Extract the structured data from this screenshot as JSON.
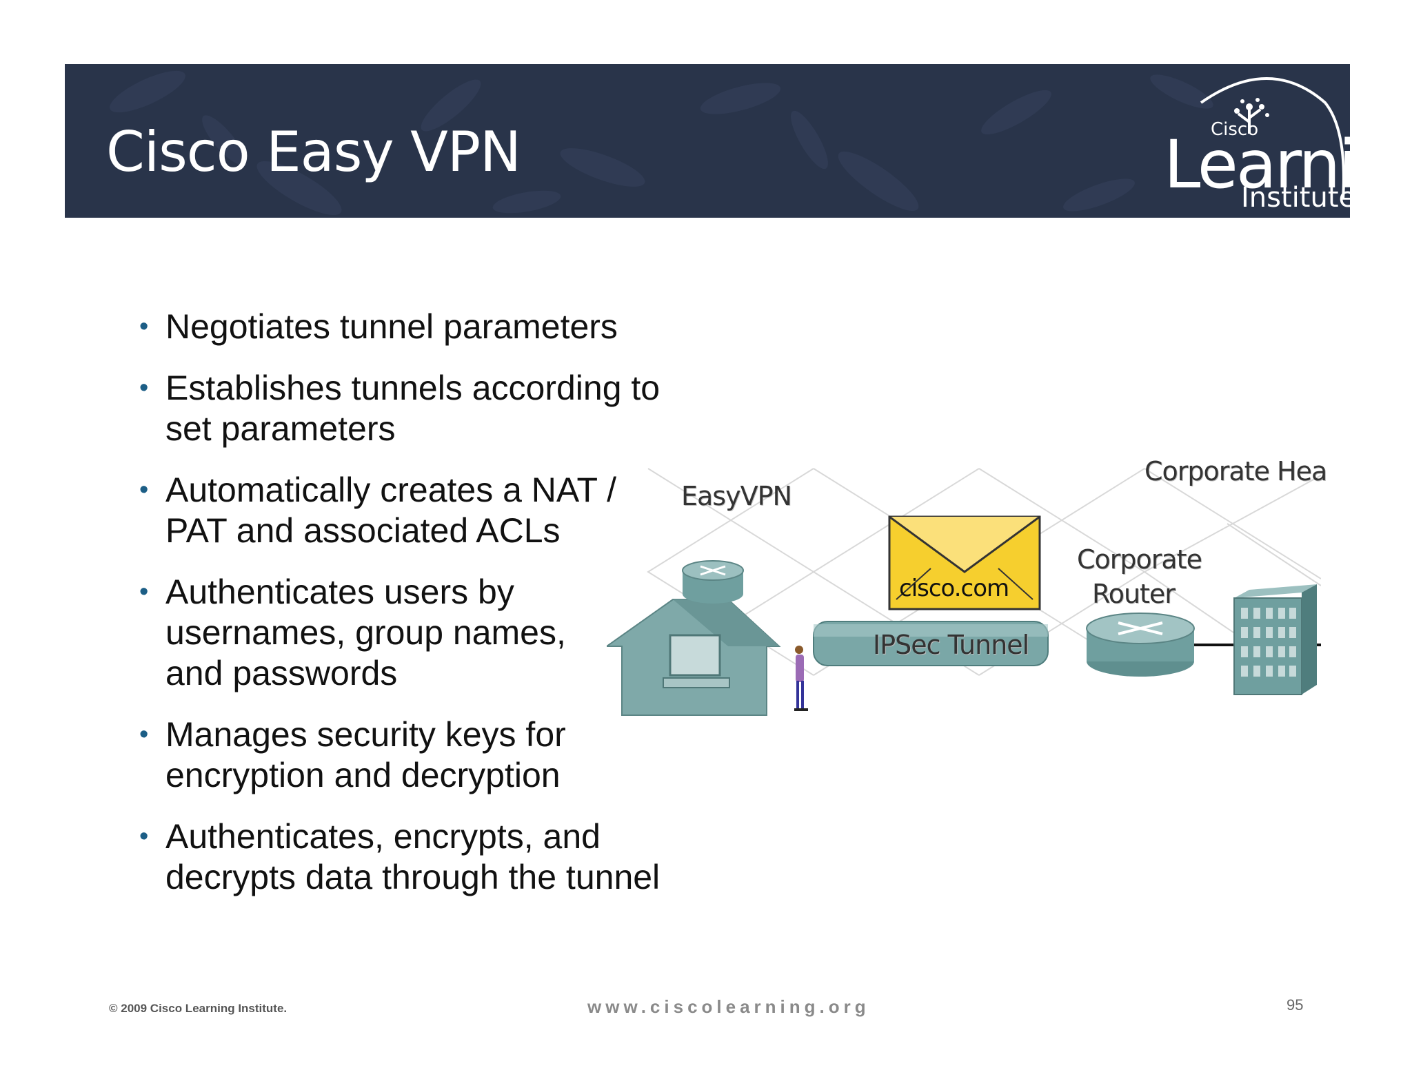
{
  "slide": {
    "title": "Cisco Easy VPN",
    "bullets": [
      "Negotiates tunnel parameters",
      "Establishes tunnels according to set parameters",
      "Automatically creates a NAT / PAT and associated ACLs",
      "Authenticates users by usernames, group names, and passwords",
      "Manages security keys for encryption and decryption",
      "Authenticates, encrypts, and decrypts data through the tunnel"
    ],
    "bullet_lines": [
      [
        "Negotiates tunnel parameters"
      ],
      [
        "Establishes tunnels according to",
        "set parameters"
      ],
      [
        "Automatically creates a NAT /",
        "PAT and associated ACLs"
      ],
      [
        "Authenticates users by",
        "usernames, group names,",
        "and passwords"
      ],
      [
        "Manages security keys for",
        "encryption and decryption"
      ],
      [
        "Authenticates, encrypts, and",
        "decrypts data through the tunnel"
      ]
    ]
  },
  "logo": {
    "small": "Cisco",
    "big": "Learning",
    "sub": "Institute"
  },
  "diagram": {
    "easyvpn_label": "EasyVPN",
    "envelope_label": "cisco.com",
    "tunnel_label": "IPSec Tunnel",
    "router_label_1": "Corporate",
    "router_label_2": "Router",
    "hq_label": "Corporate Hea"
  },
  "footer": {
    "copyright": "© 2009 Cisco Learning Institute.",
    "url": "www.ciscolearning.org",
    "page": "95"
  },
  "colors": {
    "header_bg": "#29344a",
    "bullet_dot": "#1c5e86",
    "device_teal": "#6f9f9f"
  }
}
